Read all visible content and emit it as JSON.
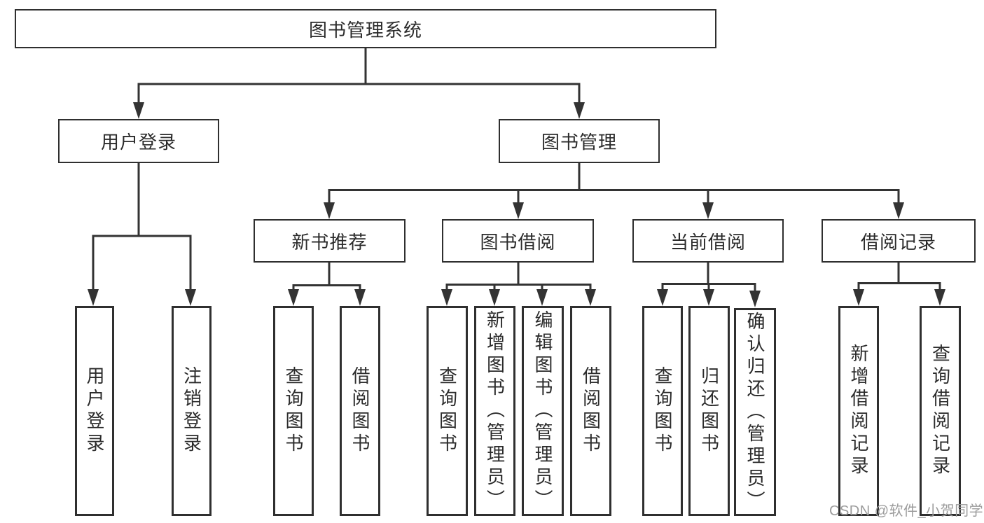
{
  "tree": {
    "root": {
      "label": "图书管理系统"
    },
    "branches": [
      {
        "label": "用户登录",
        "leaves": [
          {
            "label": "用户登录"
          },
          {
            "label": "注销登录"
          }
        ]
      },
      {
        "label": "图书管理",
        "groups": [
          {
            "label": "新书推荐",
            "leaves": [
              {
                "label": "查询图书"
              },
              {
                "label": "借阅图书"
              }
            ]
          },
          {
            "label": "图书借阅",
            "leaves": [
              {
                "label": "查询图书"
              },
              {
                "label": "新增图书（管理员）"
              },
              {
                "label": "编辑图书（管理员）"
              },
              {
                "label": "借阅图书"
              }
            ]
          },
          {
            "label": "当前借阅",
            "leaves": [
              {
                "label": "查询图书"
              },
              {
                "label": "归还图书"
              },
              {
                "label": "确认归还（管理员）"
              }
            ]
          },
          {
            "label": "借阅记录",
            "leaves": [
              {
                "label": "新增借阅记录"
              },
              {
                "label": "查询借阅记录"
              }
            ]
          }
        ]
      }
    ]
  },
  "watermark": "CSDN @软件_小贺同学",
  "colors": {
    "line": "#333333",
    "box_border": "#2f2f2f",
    "text": "#2b2b2b",
    "watermark": "#9c9c9c",
    "background": "#ffffff"
  }
}
